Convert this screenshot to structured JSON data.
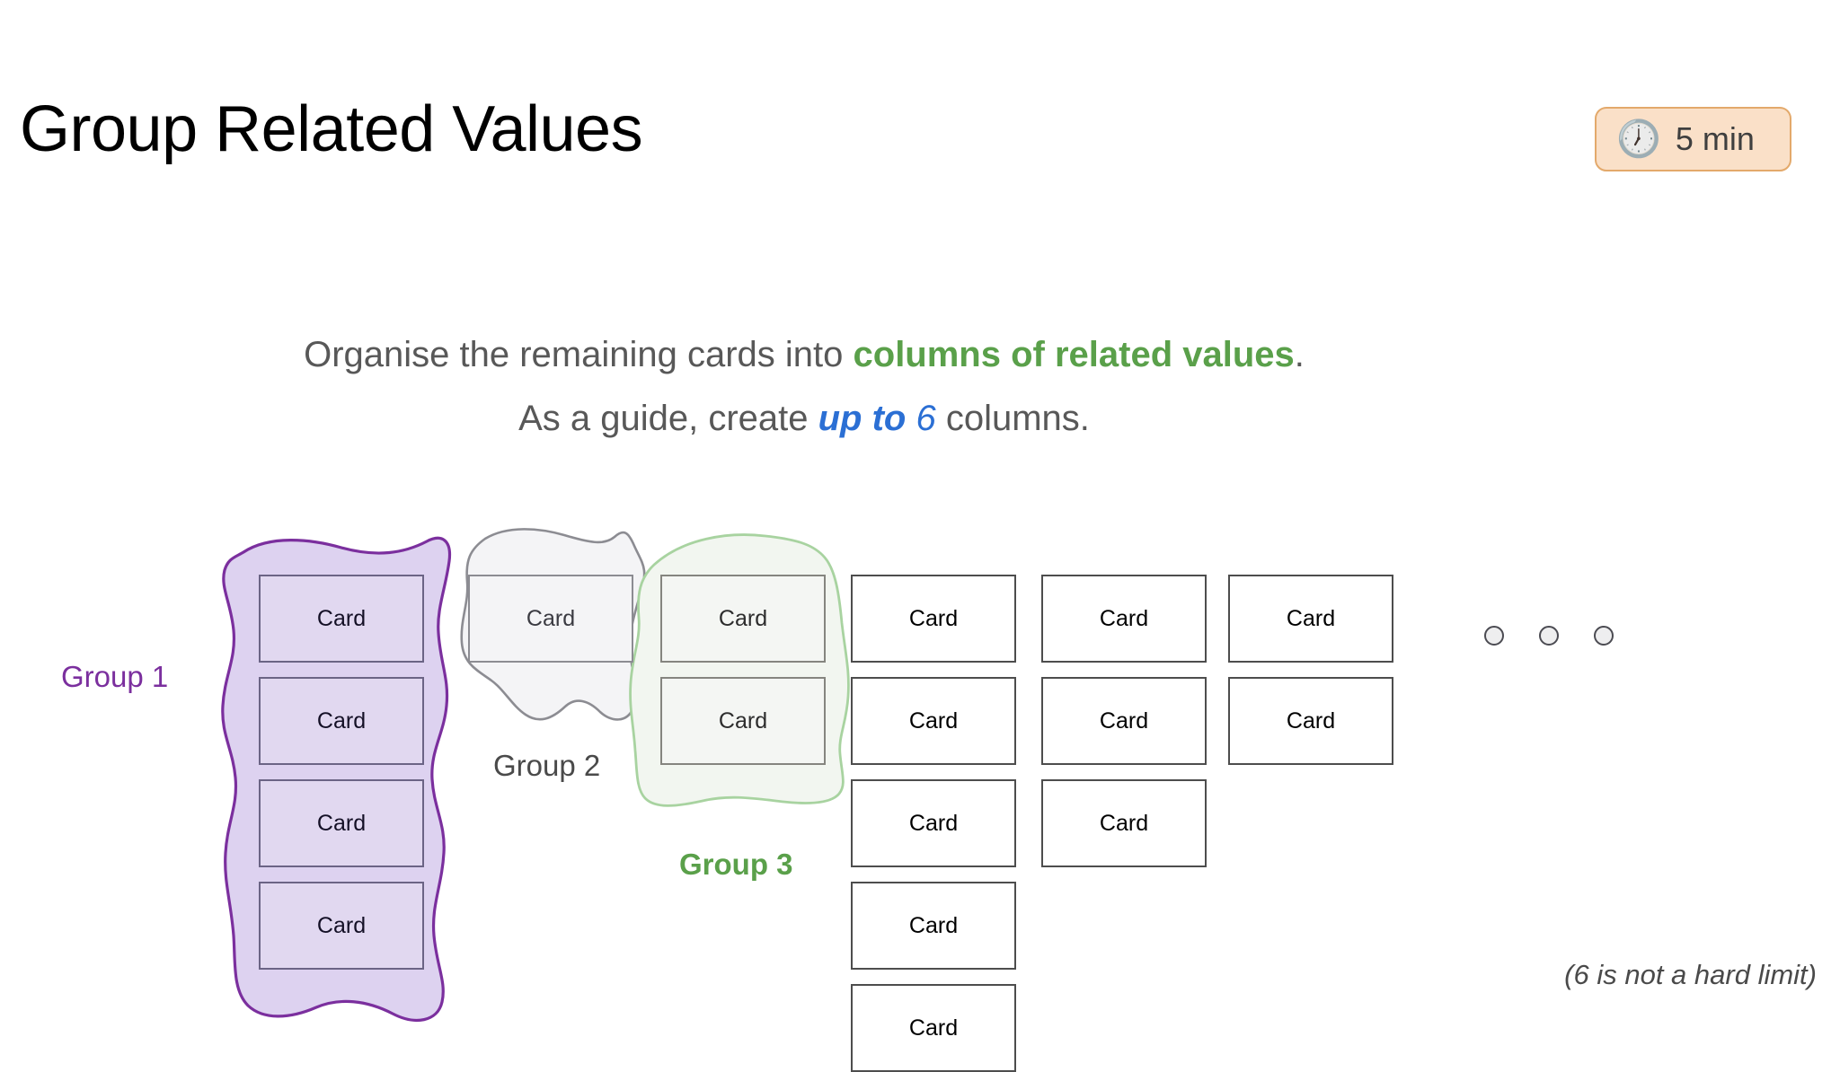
{
  "slide": {
    "title": "Group Related Values",
    "background_color": "#ffffff"
  },
  "timer": {
    "icon": "clock-icon",
    "icon_glyph": "🕖",
    "label": "5 min",
    "background_color": "#fae0c8",
    "border_color": "#e3a96b"
  },
  "subtitle": {
    "line1": {
      "before": "Organise the remaining cards into ",
      "highlight": "columns of related values",
      "after": ".",
      "highlight_color": "#5aa04a"
    },
    "line2": {
      "before": "As a guide, create ",
      "emphasis": "up to",
      "number": "6",
      "after": " columns.",
      "emphasis_color": "#2b6fd4"
    }
  },
  "groups": [
    {
      "id": "group-1",
      "label": "Group 1",
      "label_color": "#7b2f9e",
      "label_bold": false,
      "outline_color": "#7b2f9e",
      "fill_color": "#ddd2f0",
      "card_fill": "#e1d8f0",
      "card_border": "#6b6485",
      "cards": [
        "Card",
        "Card",
        "Card",
        "Card"
      ]
    },
    {
      "id": "group-2",
      "label": "Group 2",
      "label_color": "#4a4a4a",
      "label_bold": false,
      "outline_color": "#8c8c92",
      "fill_color": "#f4f4f6",
      "card_fill": "#f4f4f6",
      "card_border": "#8c8c92",
      "cards": [
        "Card"
      ]
    },
    {
      "id": "group-3",
      "label": "Group 3",
      "label_color": "#5aa04a",
      "label_bold": true,
      "outline_color": "#a8d3a0",
      "fill_color": "#f2f6f0",
      "card_fill": "#f4f6f3",
      "card_border": "#85857f",
      "cards": [
        "Card",
        "Card"
      ]
    }
  ],
  "ungrouped_columns": [
    {
      "id": "column-4",
      "cards": [
        "Card",
        "Card",
        "Card",
        "Card",
        "Card"
      ]
    },
    {
      "id": "column-5",
      "cards": [
        "Card",
        "Card",
        "Card"
      ]
    },
    {
      "id": "column-6",
      "cards": [
        "Card",
        "Card"
      ]
    }
  ],
  "ellipsis": {
    "count": 3,
    "dot_fill": "#eeeeef",
    "dot_border": "#4b4b52"
  },
  "footnote": {
    "text": "(6 is not a hard limit)"
  },
  "card_label": "Card"
}
